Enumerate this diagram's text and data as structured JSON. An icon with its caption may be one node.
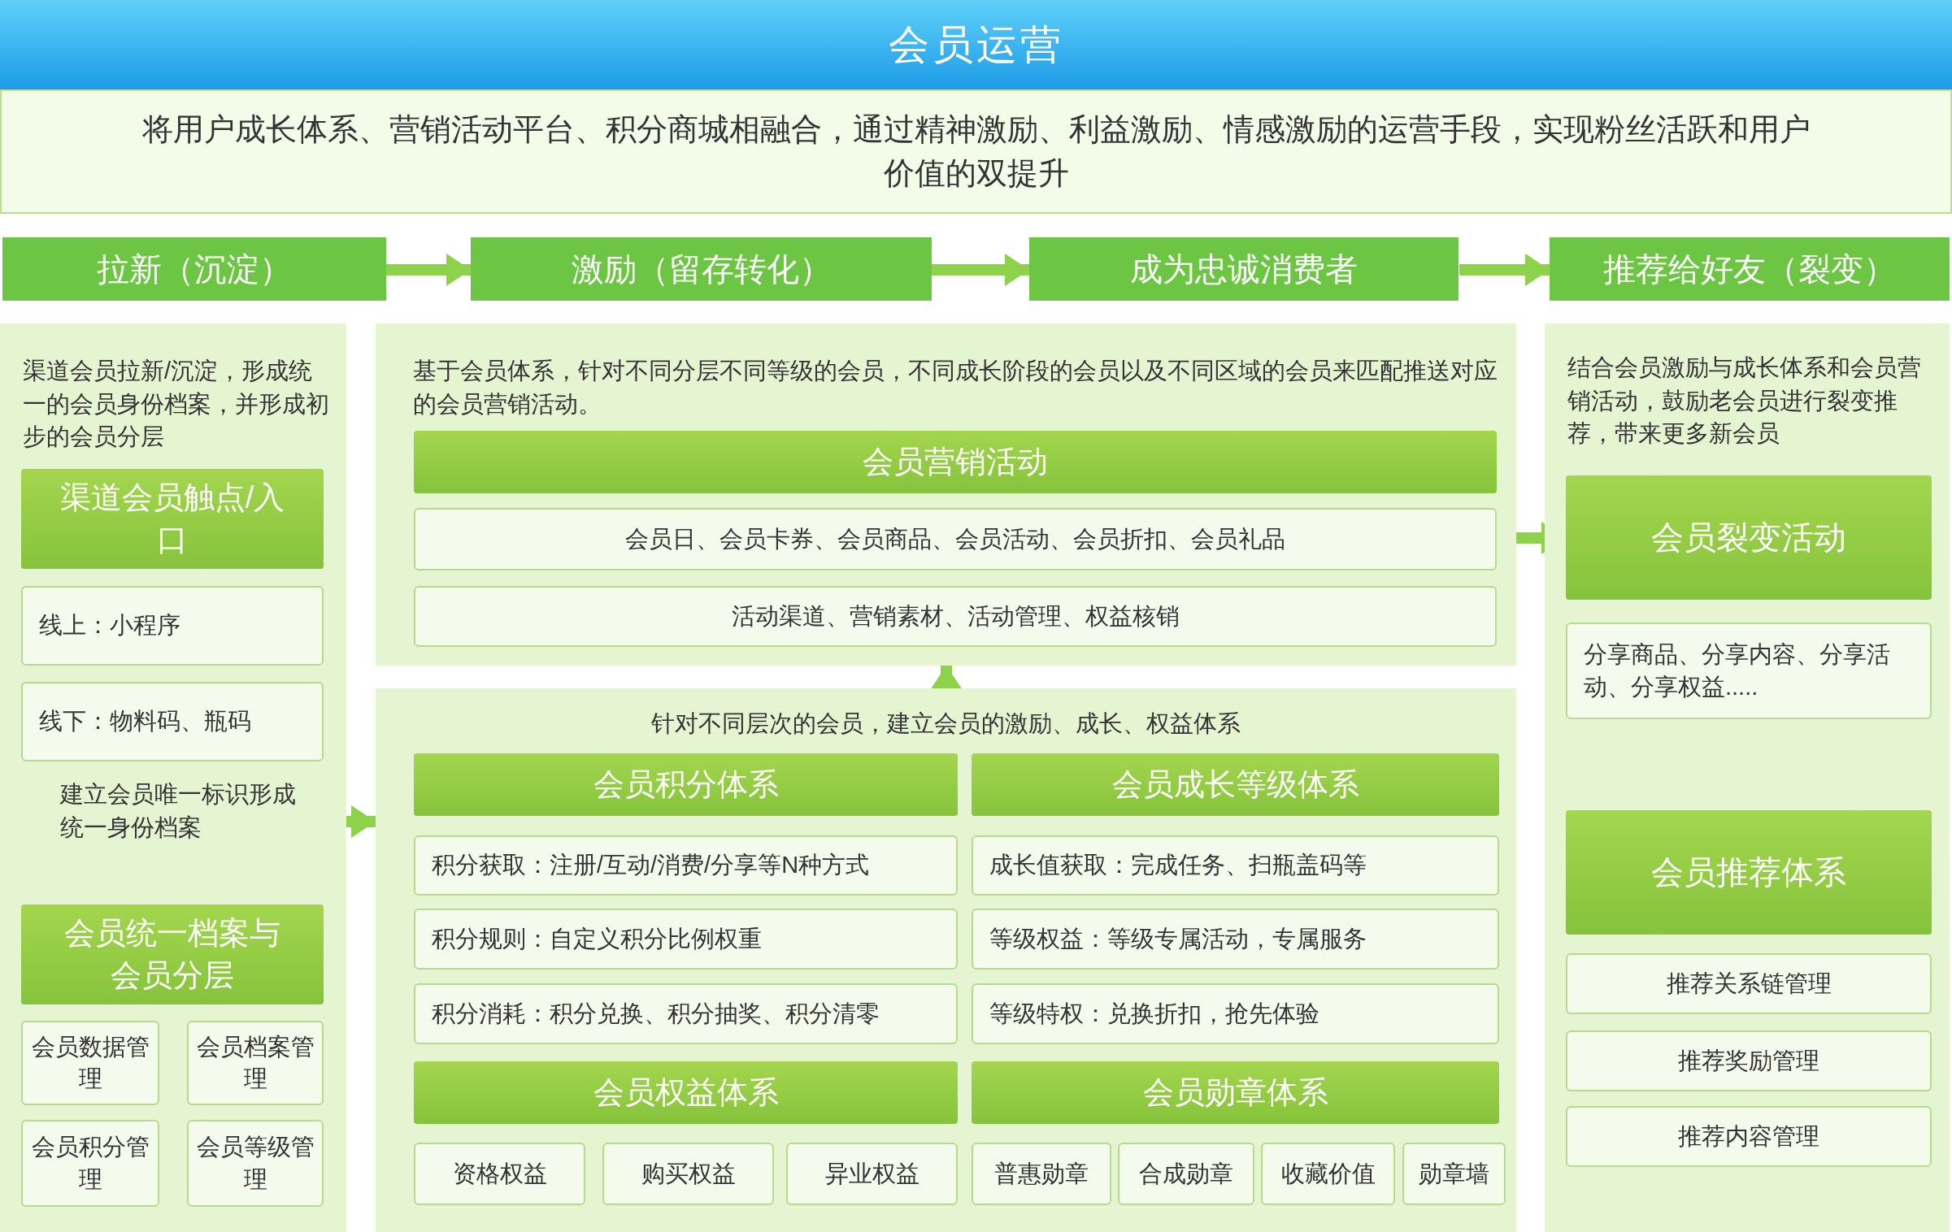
{
  "diagram": {
    "title": "会员运营",
    "nodes": [
      {
        "text": [
          "将用户成长体系、营销活动平台、积分商城相融合，通过精神激励、利益激励、情感激励的运营手段，实现粉丝活跃和用户价值的双提升"
        ]
      },
      {
        "text": [
          "拉新（沉淀）"
        ]
      },
      {
        "text": [
          "激励（留存转化）"
        ]
      },
      {
        "text": [
          "成为忠诚消费者"
        ]
      },
      {
        "text": [
          "推荐给好友（裂变）"
        ]
      },
      {
        "text": [
          "渠道会员拉新/沉淀，形成统一的会员身份档案，并形成初步的会员分层",
          "建立会员唯一标识形成统一身份档案"
        ]
      },
      {
        "text": [
          "渠道会员触点/入口"
        ],
        "in": 5
      },
      {
        "text": [
          "线上：小程序"
        ],
        "in": 5
      },
      {
        "text": [
          "线下：物料码、瓶码"
        ],
        "in": 5
      },
      {
        "text": [
          "会员统一档案与会员分层"
        ],
        "in": 5
      },
      {
        "text": [
          "会员数据管理"
        ],
        "in": 5
      },
      {
        "text": [
          "会员档案管理"
        ],
        "in": 5
      },
      {
        "text": [
          "会员积分管理"
        ],
        "in": 5
      },
      {
        "text": [
          "会员等级管理"
        ],
        "in": 5
      },
      {
        "text": [
          "基于会员体系，针对不同分层不同等级的会员，不同成长阶段的会员以及不同区域的会员来匹配推送对应的会员营销活动。"
        ]
      },
      {
        "text": [
          "会员营销活动"
        ],
        "in": 14
      },
      {
        "text": [
          "会员日、会员卡券、会员商品、会员活动、会员折扣、会员礼品"
        ],
        "in": 14
      },
      {
        "text": [
          "活动渠道、营销素材、活动管理、权益核销"
        ],
        "in": 14
      },
      {
        "text": [
          "针对不同层次的会员，建立会员的激励、成长、权益体系"
        ]
      },
      {
        "text": [
          "会员积分体系"
        ],
        "in": 18
      },
      {
        "text": [
          "会员成长等级体系"
        ],
        "in": 18
      },
      {
        "text": [
          "积分获取：注册/互动/消费/分享等N种方式"
        ],
        "in": 18
      },
      {
        "text": [
          "成长值获取：完成任务、扫瓶盖码等"
        ],
        "in": 18
      },
      {
        "text": [
          "积分规则：自定义积分比例权重"
        ],
        "in": 18
      },
      {
        "text": [
          "等级权益：等级专属活动，专属服务"
        ],
        "in": 18
      },
      {
        "text": [
          "积分消耗：积分兑换、积分抽奖、积分清零"
        ],
        "in": 18
      },
      {
        "text": [
          "等级特权：兑换折扣，抢先体验"
        ],
        "in": 18
      },
      {
        "text": [
          "会员权益体系"
        ],
        "in": 18
      },
      {
        "text": [
          "会员勋章体系"
        ],
        "in": 18
      },
      {
        "text": [
          "资格权益"
        ],
        "in": 18
      },
      {
        "text": [
          "购买权益"
        ],
        "in": 18
      },
      {
        "text": [
          "异业权益"
        ],
        "in": 18
      },
      {
        "text": [
          "普惠勋章"
        ],
        "in": 18
      },
      {
        "text": [
          "合成勋章"
        ],
        "in": 18
      },
      {
        "text": [
          "收藏价值"
        ],
        "in": 18
      },
      {
        "text": [
          "勋章墙"
        ],
        "in": 18
      },
      {
        "text": [
          "结合会员激励与成长体系和会员营销活动，鼓励老会员进行裂变推荐，带来更多新会员"
        ]
      },
      {
        "text": [
          "会员裂变活动"
        ],
        "in": 36
      },
      {
        "text": [
          "分享商品、分享内容、分享活动、分享权益....."
        ],
        "in": 36
      },
      {
        "text": [
          "会员推荐体系"
        ],
        "in": 36
      },
      {
        "text": [
          "推荐关系链管理"
        ],
        "in": 36
      },
      {
        "text": [
          "推荐奖励管理"
        ],
        "in": 36
      },
      {
        "text": [
          "推荐内容管理"
        ],
        "in": 36
      }
    ],
    "edges": [
      {
        "from": 1,
        "to": 2,
        "arrow": "to"
      },
      {
        "from": 2,
        "to": 3,
        "arrow": "to"
      },
      {
        "from": 3,
        "to": 4,
        "arrow": "to"
      },
      {
        "from": 5,
        "to": 18,
        "arrow": "to"
      },
      {
        "from": 18,
        "to": 14,
        "arrow": "to"
      },
      {
        "from": 14,
        "to": 37,
        "arrow": "to"
      }
    ]
  }
}
